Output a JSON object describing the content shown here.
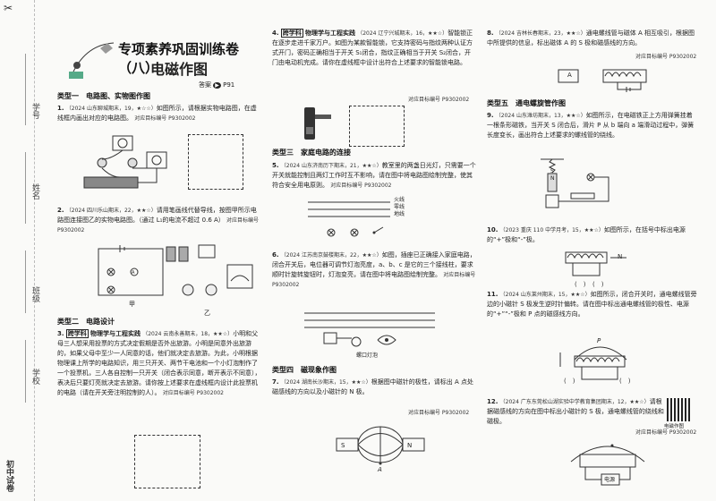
{
  "margin": {
    "labels": [
      "学号",
      "姓名",
      "班级",
      "学校"
    ],
    "brand": "初中试卷"
  },
  "title": {
    "main": "专项素养巩固训练卷（八）",
    "sub": "电磁作图",
    "answer_ref": "答案",
    "answer_page": "P91"
  },
  "sections": {
    "s1": "类型一　电路图、实物图作图",
    "s2": "类型二　电路设计",
    "s3": "类型三　家庭电路的连接",
    "s4": "类型四　磁现象作图",
    "s5": "类型五　通电螺旋管作图"
  },
  "code_text": "对应目标编号 P9302002",
  "questions": {
    "q1": {
      "num": "1.",
      "src": "（2024 山东聊城期末，19，★☆☆）",
      "text": "如图所示，请根据实物电路图，在虚线框内画出对应的电路图。"
    },
    "q2": {
      "num": "2.",
      "src": "（2024 四川乐山期末，22，★★☆）",
      "text": "请用笔画线代替导线，按图甲所示电路图连接图乙的实物电路图。（通过 L₁的电流不超过 0.6 A）",
      "label_a": "甲",
      "label_b": "乙"
    },
    "q3": {
      "num": "3.",
      "tag": "跨学科",
      "topic": "物理学与工程实践",
      "src": "（2024 云南永善期末，18，★★☆）",
      "text": "小明和父母三人想采用投票的方式决定假期是否外出旅游。小明是同意外出旅游的，如果父母中至少一人同意的话，他们就决定去旅游。为此，小明根据物理课上所学的电路知识，用三只开关、两节干电池和一个小灯泡制作了一个投票机，三人各自控制一只开关（闭合表示同意，断开表示不同意），表决后只要灯亮就决定去旅游。请你按上述要求在虚线框内设计此投票机的电路（请在开关旁注明控制的人）。"
    },
    "q4": {
      "num": "4.",
      "tag": "跨学科",
      "topic": "物理学与工程实践",
      "src": "（2024 辽宁兴城期末，16，★★☆）",
      "text": "智能锁正在逐步走进千家万户。如图为某款智能锁，它支持密码与指纹两种认证方式开门，密码正确相当于开关 S₁闭合，指纹正确相当于开关 S₂闭合，开门由电动机完成。请你在虚线框中设计出符合上述要求的智能锁电路。"
    },
    "q5": {
      "num": "5.",
      "src": "（2024 山东济南历下期末，21，★★☆）",
      "text": "教室里的两盏日光灯，只需要一个开关就能控制且两灯工作时互不影响，请在图中将电路图绘制完整，使其符合安全用电原则。",
      "wires": [
        "火线",
        "零线",
        "地线"
      ]
    },
    "q6": {
      "num": "6.",
      "src": "（2024 江苏南京鼓楼期末，22，★★☆）",
      "text": "如图，插座已正确接入家庭电路，闭合开关后，电位器可调节灯泡亮度，a、b、c 是它的三个接线柱，要求顺时针旋转旋钮时，灯泡变亮，请在图中将电路图绘制完整。",
      "lamp_label": "螺口灯泡"
    },
    "q7": {
      "num": "7.",
      "src": "（2024 湖南长沙期末，15，★★☆）",
      "text": "根据图中磁针的极性，请标出 A 点处磁感线的方向以及小磁针的 N 极。",
      "label_s": "S",
      "label_n": "N",
      "label_a": "A"
    },
    "q8": {
      "num": "8.",
      "src": "（2024 吉林长春期末，23，★★☆）",
      "text": "通电螺线管与磁体 A 相互吸引，根据图中所提供的信息，标出磁体 A 的 S 极和磁感线的方向。",
      "label_a": "A"
    },
    "q9": {
      "num": "9.",
      "src": "（2024 山东潍坊期末，13，★★☆）",
      "text": "如图所示，在电磁铁正上方用弹簧挂着一根条形磁铁，当开关 S 闭合后，滑片 P 从 b 端向 a 端滑动过程中，弹簧长度变长，画出符合上述要求的螺线管的绕线。",
      "label_s": "S",
      "label_n": "N"
    },
    "q10": {
      "num": "10.",
      "src": "（2023 重庆 110 中学月考，15，★★☆）",
      "text": "如图所示，在括号中标出电源的“+”极和“-”极。",
      "label_n": "N"
    },
    "q11": {
      "num": "11.",
      "src": "（2024 山东莱州期末，15，★★☆）",
      "text": "如图所示，闭合开关时，通电螺线管旁边的小磁针 S 极发生逆时针偏转。请在图中标出通电螺线管的极性、电源的“+”“-”极和 P 点的磁感线方向。",
      "label_p": "P"
    },
    "q12": {
      "num": "12.",
      "src": "（2024 广东东莞松山湖实验中学教育集团期末，12，★★☆）",
      "text": "请根据磁感线的方向在图中标出小磁针的 S 极，通电螺线管的绕线和磁极。",
      "label_power": "电源"
    }
  },
  "qr_label": "电磁作图",
  "page_numbers": {
    "left": "",
    "right": ""
  }
}
